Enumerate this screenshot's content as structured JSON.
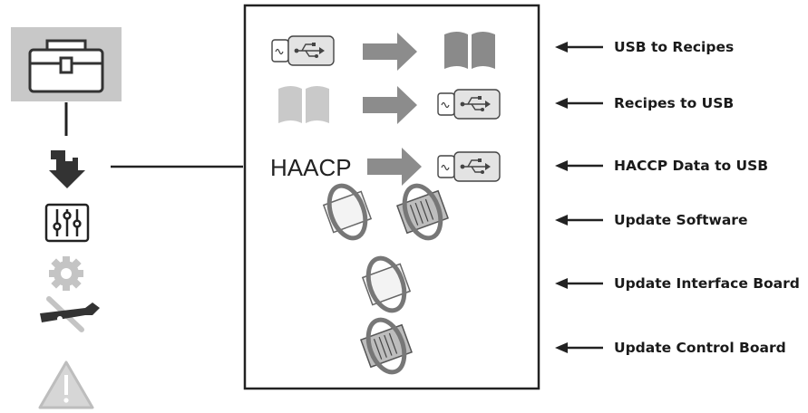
{
  "colors": {
    "frame": "#222222",
    "toolbox_tile": "#c8c8c8",
    "arrow_gray": "#8c8c8c",
    "book_dark": "#8a8a8a",
    "book_light": "#c9c9c9",
    "icon_dark": "#333333",
    "icon_light": "#bdbdbd"
  },
  "sidebar": {
    "icons": [
      "toolbox-icon",
      "download-arrow-icon",
      "sliders-icon",
      "gear-icon",
      "wrench-screwdriver-icon",
      "warning-icon"
    ]
  },
  "panel": {
    "haacp_text": "HAACP"
  },
  "labels": {
    "usb_to_recipes": "USB to Recipes",
    "recipes_to_usb": "Recipes to USB",
    "haccp_to_usb": "HACCP Data to USB",
    "update_software": "Update Software",
    "update_interface": "Update Interface Board",
    "update_control": "Update Control Board"
  }
}
